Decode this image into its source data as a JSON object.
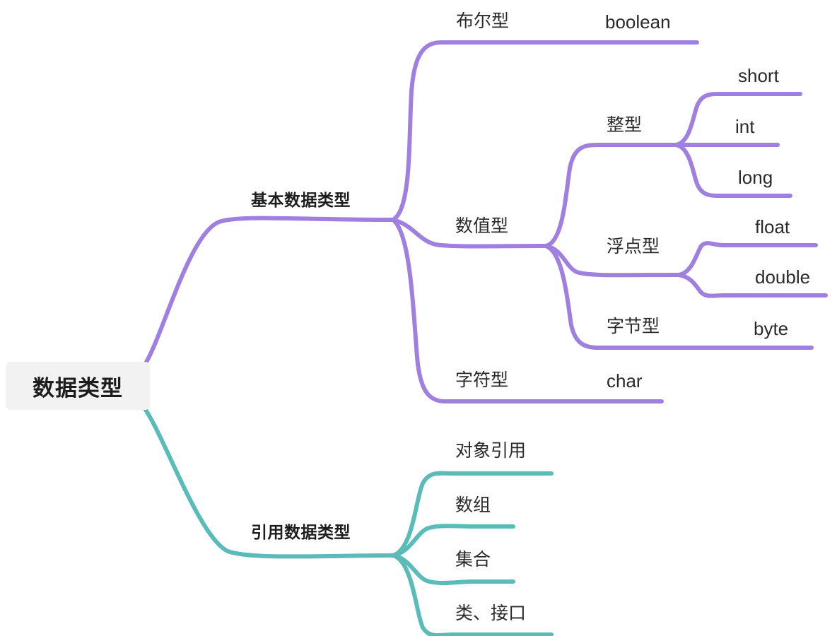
{
  "diagram": {
    "title": "数据类型",
    "type": "mindmap",
    "colors": {
      "primitive_branch": "#9f80e0",
      "reference_branch": "#59bcb8",
      "root_background": "#f2f2f3",
      "text": "#2a2a2a",
      "canvas": "#ffffff"
    },
    "root": {
      "label": "数据类型"
    },
    "branches": [
      {
        "label": "基本数据类型",
        "color": "#9f80e0",
        "children": [
          {
            "label": "布尔型",
            "leaf_labels": [
              "boolean"
            ]
          },
          {
            "label": "数值型",
            "children": [
              {
                "label": "整型",
                "leaf_labels": [
                  "short",
                  "int",
                  "long"
                ]
              },
              {
                "label": "浮点型",
                "leaf_labels": [
                  "float",
                  "double"
                ]
              },
              {
                "label": "字节型",
                "leaf_labels": [
                  "byte"
                ]
              }
            ]
          },
          {
            "label": "字符型",
            "leaf_labels": [
              "char"
            ]
          }
        ]
      },
      {
        "label": "引用数据类型",
        "color": "#59bcb8",
        "children": [
          {
            "label": "对象引用"
          },
          {
            "label": "数组"
          },
          {
            "label": "集合"
          },
          {
            "label": "类、接口"
          }
        ]
      }
    ]
  },
  "labels": {
    "root": "数据类型",
    "primitive": "基本数据类型",
    "reference": "引用数据类型",
    "boolean_cn": "布尔型",
    "boolean_en": "boolean",
    "numeric_cn": "数值型",
    "integer_cn": "整型",
    "short_en": "short",
    "int_en": "int",
    "long_en": "long",
    "float_cn": "浮点型",
    "float_en": "float",
    "double_en": "double",
    "byte_cn": "字节型",
    "byte_en": "byte",
    "char_cn": "字符型",
    "char_en": "char",
    "object_ref": "对象引用",
    "array": "数组",
    "collection": "集合",
    "class_interface": "类、接口"
  }
}
